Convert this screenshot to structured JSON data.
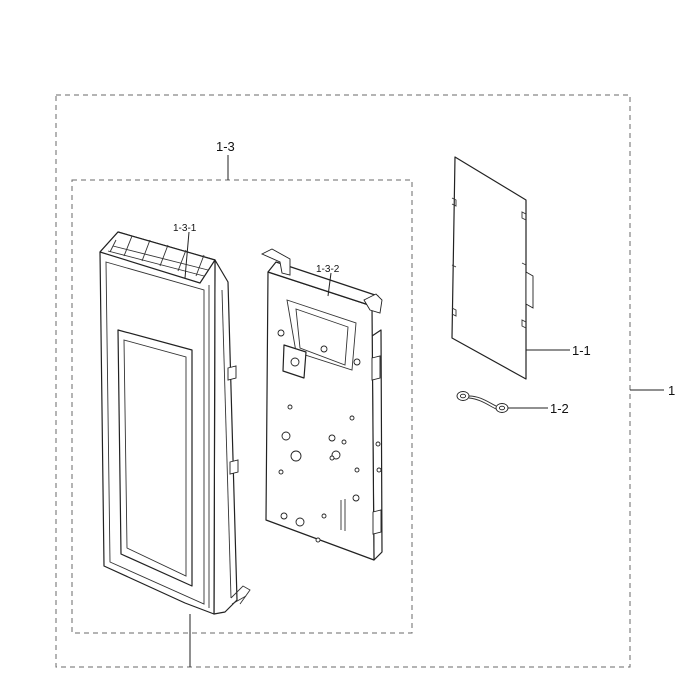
{
  "callouts": {
    "assembly": "1",
    "door_assembly": "1-3",
    "door_frame": "1-3-1",
    "door_inner_panel": "1-3-2",
    "choke_cover": "1-1",
    "cable_link": "1-2"
  }
}
